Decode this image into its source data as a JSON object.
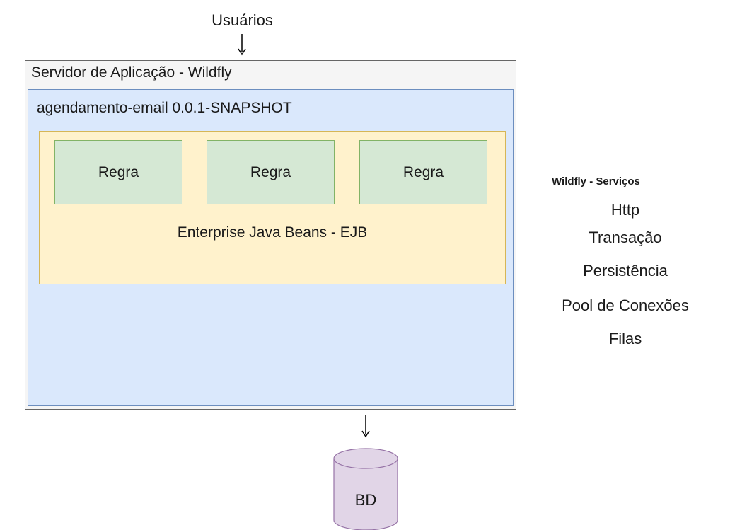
{
  "diagram": {
    "users_label": "Usuários",
    "server": {
      "title": "Servidor de Aplicação - Wildfly"
    },
    "application": {
      "title": "agendamento-email 0.0.1-SNAPSHOT"
    },
    "ejb": {
      "label": "Enterprise Java Beans - EJB",
      "rules": [
        "Regra",
        "Regra",
        "Regra"
      ]
    },
    "database": {
      "label": "BD"
    },
    "services": {
      "title": "Wildfly - Serviços",
      "items": [
        "Http",
        "Transação",
        "Persistência",
        "Pool de Conexões",
        "Filas"
      ]
    },
    "colors": {
      "server_fill": "#f5f5f5",
      "app_fill": "#dae8fc",
      "ejb_fill": "#fff2cc",
      "rule_fill": "#d5e8d4",
      "db_fill": "#e1d5e7"
    }
  }
}
